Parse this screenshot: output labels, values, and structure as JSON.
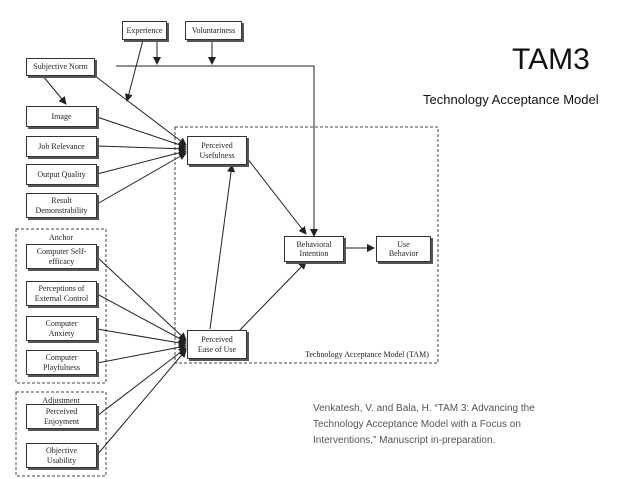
{
  "slide": {
    "title": "TAM3",
    "subtitle": "Technology Acceptance Model",
    "citation": "Venkatesh, V. and Bala, H. “TAM 3: Advancing the Technology Acceptance Model with a Focus on Interventions,” Manuscript in-preparation."
  },
  "diagram": {
    "boundary_label": "Technology Acceptance Model (TAM)",
    "group_labels": {
      "anchor": "Anchor",
      "adjustment": "Adjustment"
    },
    "nodes": {
      "experience": "Experience",
      "voluntariness": "Voluntariness",
      "subjective_norm": "Subjective Norm",
      "image": "Image",
      "job_relevance": "Job Relevance",
      "output_quality": "Output Quality",
      "result_demonstrability": "Result\nDemonstrability",
      "computer_self_efficacy": "Computer Self-\nefficacy",
      "perceptions_external_control": "Perceptions of\nExternal Control",
      "computer_anxiety": "Computer\nAnxiety",
      "computer_playfulness": "Computer\nPlayfulness",
      "perceived_enjoyment": "Perceived\nEnjoyment",
      "objective_usability": "Objective\nUsability",
      "perceived_usefulness": "Perceived\nUsefulness",
      "perceived_ease_of_use": "Perceived\nEase of Use",
      "behavioral_intention": "Behavioral\nIntention",
      "use_behavior": "Use\nBehavior"
    }
  }
}
